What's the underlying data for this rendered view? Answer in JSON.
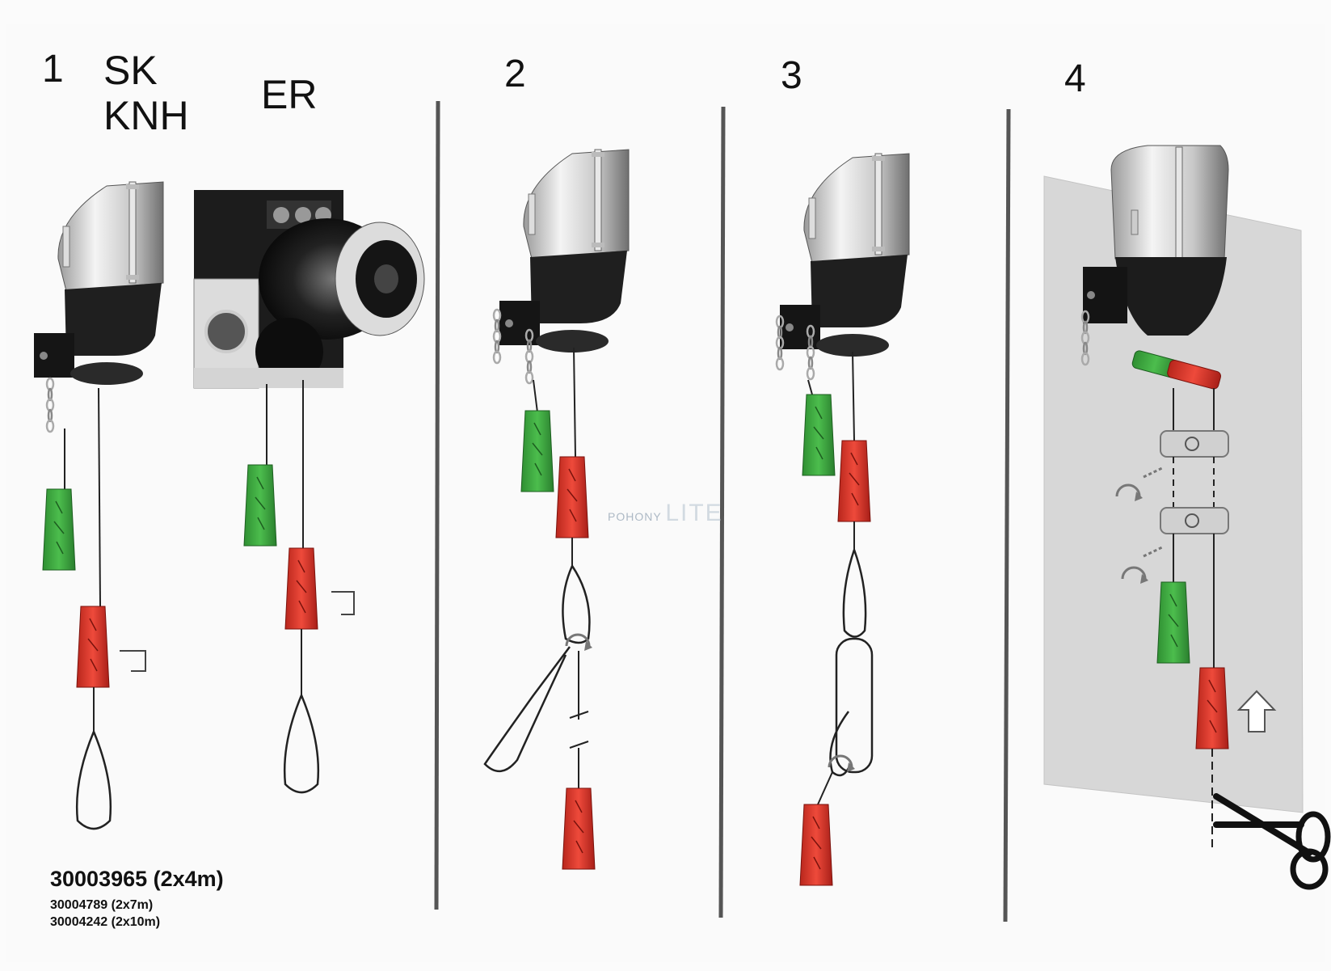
{
  "steps": {
    "s1": "1",
    "s2": "2",
    "s3": "3",
    "s4": "4"
  },
  "models": {
    "sk": "SK",
    "knh": "KNH",
    "er": "ER"
  },
  "codes": {
    "main": "30003965 (2x4m)",
    "sub1": "30004789 (2x7m)",
    "sub2": "30004242 (2x10m)"
  },
  "watermark": {
    "a": "POHONY",
    "b": "LITE"
  },
  "colors": {
    "green_handle": "#3aa53a",
    "red_handle": "#e03b2e",
    "motor_silver": "#d9d9d9",
    "motor_dark": "#1e1e1e",
    "divider": "#555555",
    "wall": "#d7d7d7"
  }
}
